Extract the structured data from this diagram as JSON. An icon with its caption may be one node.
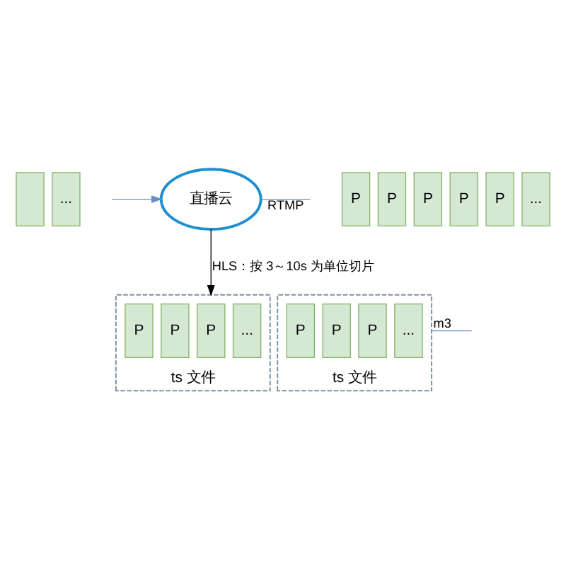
{
  "diagram": {
    "nodes": [
      {
        "text": [],
        "shape": "box"
      },
      {
        "text": [
          "..."
        ]
      },
      {
        "text": [
          "直播云"
        ]
      },
      {
        "text": [
          "P"
        ]
      },
      {
        "text": [
          "P"
        ]
      },
      {
        "text": [
          "P"
        ]
      },
      {
        "text": [
          "P"
        ]
      },
      {
        "text": [
          "P"
        ]
      },
      {
        "text": [
          "..."
        ]
      },
      {
        "text": [
          "ts 文件"
        ]
      },
      {
        "text": [
          "P"
        ],
        "in": 9
      },
      {
        "text": [
          "P"
        ],
        "in": 9
      },
      {
        "text": [
          "P"
        ],
        "in": 9
      },
      {
        "text": [
          "..."
        ],
        "in": 9
      },
      {
        "text": [
          "ts 文件"
        ]
      },
      {
        "text": [
          "P"
        ],
        "in": 14
      },
      {
        "text": [
          "P"
        ],
        "in": 14
      },
      {
        "text": [
          "P"
        ],
        "in": 14
      },
      {
        "text": [
          "..."
        ],
        "in": 14
      }
    ],
    "edges": [
      {
        "from": 2,
        "to": null,
        "arrow": "none",
        "label": "RTMP"
      },
      {
        "from": null,
        "to": 2,
        "arrow": "to"
      },
      {
        "from": 2,
        "to": 9,
        "arrow": "to",
        "label": "HLS：按 3～10s 为单位切片",
        "color": "#000000"
      },
      {
        "from": 14,
        "to": null,
        "arrow": "none",
        "label": "m3"
      }
    ]
  }
}
